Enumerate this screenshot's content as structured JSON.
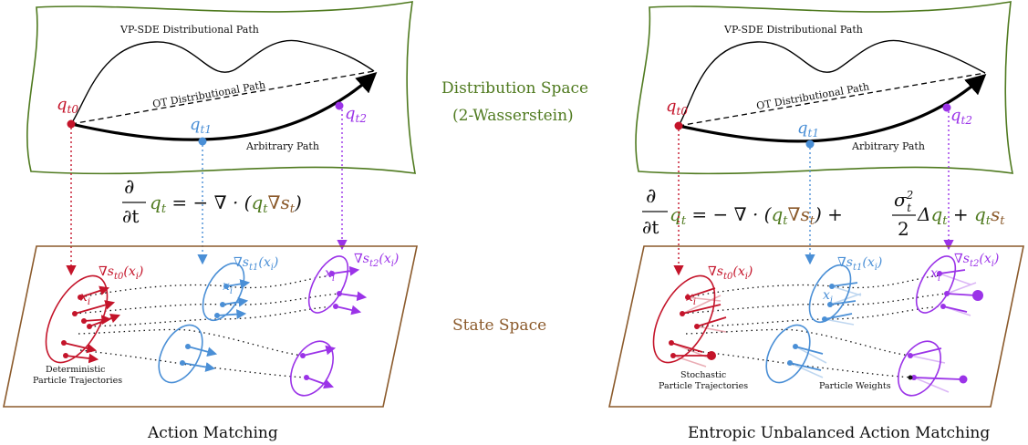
{
  "middle": {
    "distribution_space_line1": "Distribution Space",
    "distribution_space_line2": "(2-Wasserstein)",
    "state_space": "State Space"
  },
  "left": {
    "vp_sde": "VP-SDE Distributional Path",
    "ot": "OT Distributional Path",
    "arbitrary": "Arbitrary Path",
    "q_t0": "q",
    "q_t1": "q",
    "q_t2": "q",
    "sub_t0": "t0",
    "sub_t1": "t1",
    "sub_t2": "t2",
    "grad0": "∇s",
    "grad0_sub": "t0",
    "grad0_arg": "(x",
    "grad1": "∇s",
    "grad1_sub": "t1",
    "grad1_arg": "(x",
    "grad2": "∇s",
    "grad2_sub": "t2",
    "grad2_arg": "(x",
    "xi": "x",
    "traj_line1": "Deterministic",
    "traj_line2": "Particle Trajectories",
    "caption": "Action Matching",
    "equation": "q_t = − ∇ · (q_t ∇s_t)"
  },
  "right": {
    "vp_sde": "VP-SDE Distributional Path",
    "ot": "OT Distributional Path",
    "arbitrary": "Arbitrary Path",
    "traj_line1": "Stochastic",
    "traj_line2": "Particle Trajectories",
    "weights": "Particle Weights",
    "caption": "Entropic Unbalanced Action Matching",
    "equation": "q_t = − ∇ · (q_t ∇s_t) + σ_t²/2 Δq_t + q_t s_t"
  },
  "colors": {
    "red": "#c4142a",
    "blue": "#4a8fd6",
    "purple": "#9b33e8",
    "green": "#4f7a1f",
    "brown": "#8b5a2b"
  }
}
